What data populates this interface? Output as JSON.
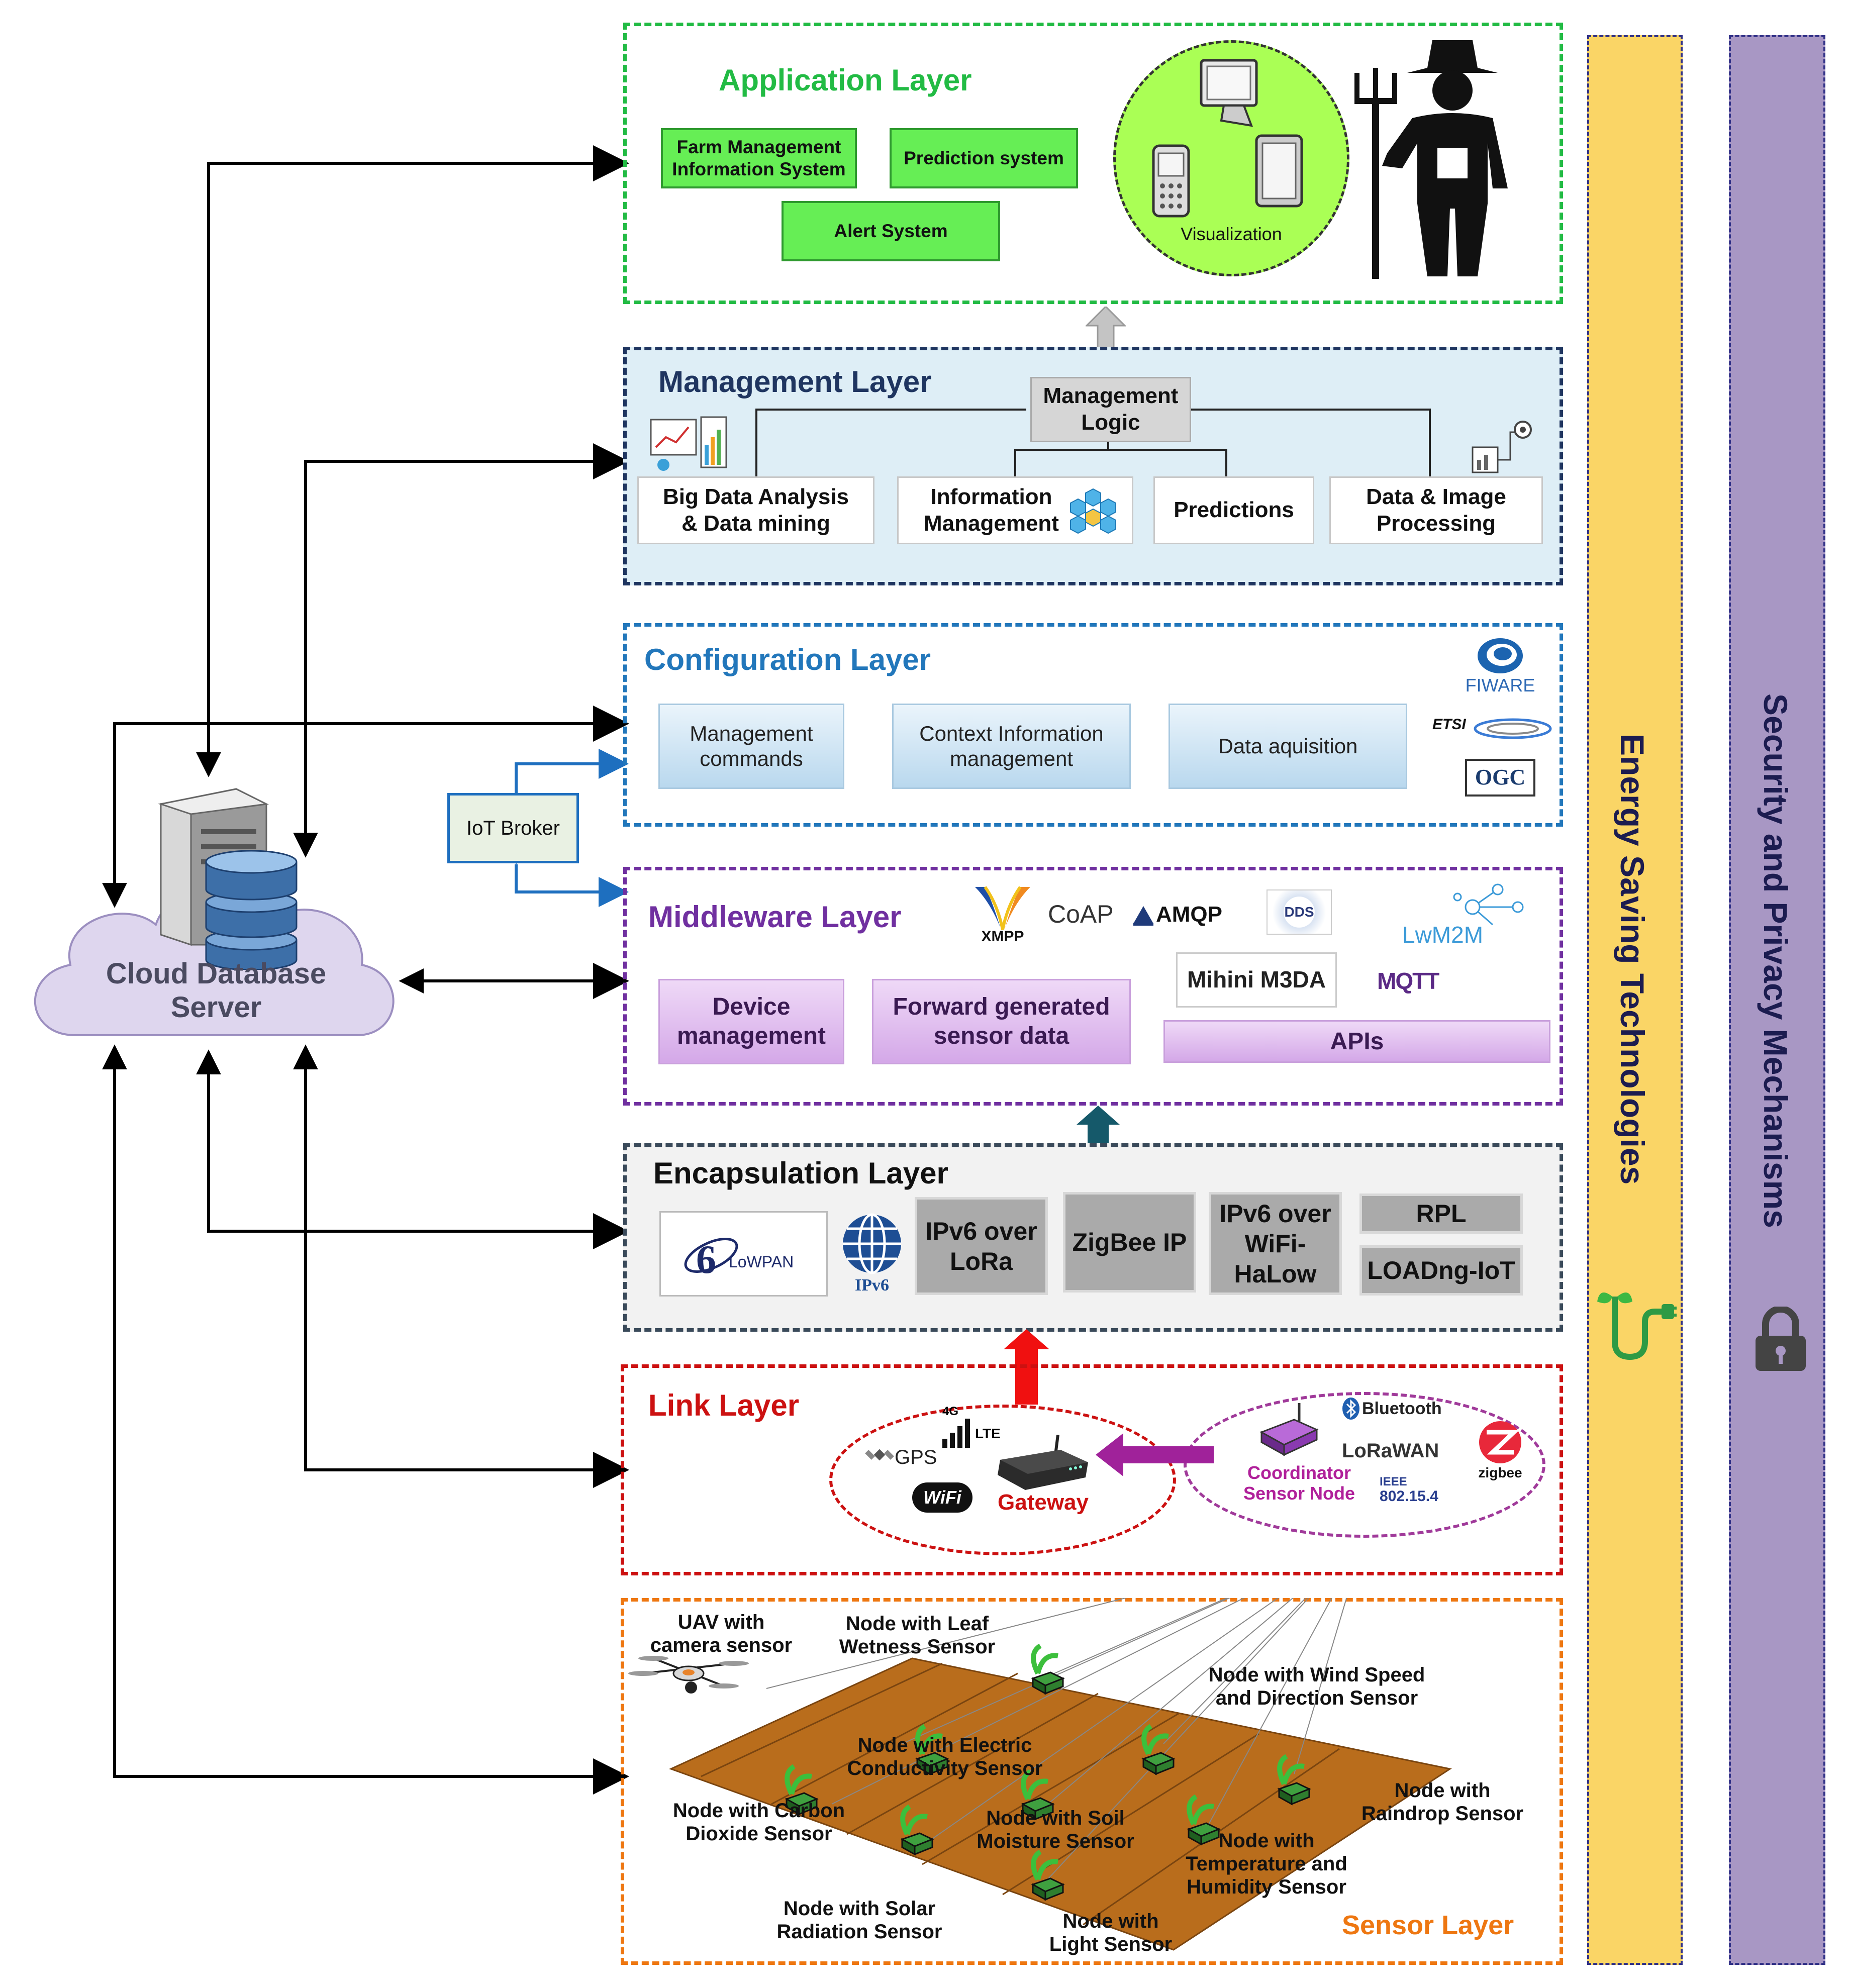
{
  "cloud": {
    "label": "Cloud Database\nServer"
  },
  "broker": {
    "label": "IoT Broker"
  },
  "application": {
    "title": "Application Layer",
    "farm_mgmt": "Farm Management\nInformation System",
    "prediction": "Prediction system",
    "alert": "Alert System",
    "visualization": "Visualization"
  },
  "management": {
    "title": "Management Layer",
    "logic": "Management\nLogic",
    "bigdata": "Big Data Analysis\n&  Data mining",
    "info": "Information\nManagement",
    "predictions": "Predictions",
    "image": "Data & Image\nProcessing"
  },
  "configuration": {
    "title": "Configuration  Layer",
    "commands": "Management\ncommands",
    "context": "Context Information\nmanagement",
    "acquisition": "Data aquisition",
    "logos": {
      "fiware": "FIWARE",
      "etsi": "ETSI",
      "ogc": "OGC"
    }
  },
  "middleware": {
    "title": "Middleware Layer",
    "device": "Device\nmanagement",
    "forward": "Forward generated\nsensor data",
    "apis": "APIs",
    "m3da": "Mihini M3DA",
    "protocols": {
      "xmpp": "XMPP",
      "coap": "CoAP",
      "amqp": "AMQP",
      "dds": "DDS",
      "lwm2m": "LwM2M",
      "mqtt": "MQTT"
    }
  },
  "encapsulation": {
    "title": "Encapsulation Layer",
    "lowpan": "LoWPAN",
    "ipv6": "IPv6",
    "lora": "IPv6 over\nLoRa",
    "zigbee_ip": "ZigBee IP",
    "halow": "IPv6 over\nWiFi-\nHaLow",
    "rpl": "RPL",
    "loadng": "LOADng-IoT"
  },
  "link": {
    "title": "Link Layer",
    "lte_top": "4G",
    "lte": "LTE",
    "gps": "GPS",
    "wifi": "WiFi",
    "gateway": "Gateway",
    "coordinator": "Coordinator\nSensor Node",
    "bluetooth": "Bluetooth",
    "lorawan": "LoRaWAN",
    "zigbee": "zigbee",
    "ieee_top": "IEEE",
    "ieee": "802.15.4"
  },
  "sensor": {
    "title": "Sensor Layer",
    "uav": "UAV with\ncamera sensor",
    "leaf": "Node with Leaf\nWetness Sensor",
    "wind": "Node with Wind Speed\nand Direction Sensor",
    "electric": "Node with Electric\nConductivity Sensor",
    "carbon": "Node with Carbon\nDioxide Sensor",
    "soil": "Node with Soil\nMoisture Sensor",
    "raindrop": "Node with\nRaindrop Sensor",
    "temperature": "Node with\nTemperature and\nHumidity Sensor",
    "solar": "Node with Solar\nRadiation Sensor",
    "light": "Node with\nLight Sensor"
  },
  "bands": {
    "energy": "Energy Saving Technologies",
    "security": "Security and Privacy Mechanisms"
  },
  "colors": {
    "application": "#22bb44",
    "management": "#1f3560",
    "configuration": "#2277bb",
    "middleware": "#7030a0",
    "encapsulation": "#3a4a5a",
    "link": "#cc1111",
    "sensor": "#ee7711",
    "energy": "#fad566",
    "security": "#a897c4"
  }
}
